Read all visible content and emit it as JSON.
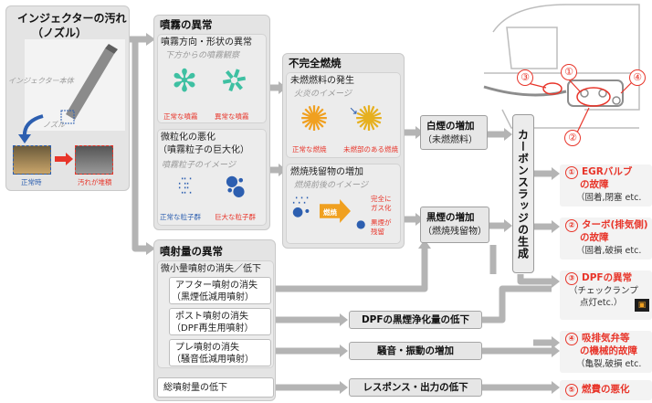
{
  "injector": {
    "title_1": "インジェクターの汚れ",
    "title_2": "（ノズル）",
    "label_body": "インジェクター本体",
    "label_nozzle": "ノズル",
    "label_normal": "正常時",
    "label_dirty": "汚れが堆積"
  },
  "spray": {
    "title": "噴霧の異常",
    "direction_title": "噴霧方向・形状の異常",
    "direction_sub": "下方からの噴霧観察",
    "normal_spray": "正常な噴霧",
    "abnormal_spray": "異常な噴霧",
    "atomize_title_1": "微粒化の悪化",
    "atomize_title_2": "（噴霧粒子の巨大化）",
    "atomize_sub": "噴霧粒子のイメージ",
    "normal_particles": "正常な粒子群",
    "large_particles": "巨大な粒子群"
  },
  "incomplete": {
    "title": "不完全燃焼",
    "unburned_title": "未燃燃料の発生",
    "unburned_sub": "火炎のイメージ",
    "normal_combustion": "正常な燃焼",
    "unburned_combustion": "未燃部のある燃焼",
    "residue_title": "燃焼残留物の増加",
    "residue_sub": "燃焼前後のイメージ",
    "combustion_label": "燃焼",
    "complete_gas_1": "完全に",
    "complete_gas_2": "ガス化",
    "soot_remain_1": "黒煙が",
    "soot_remain_2": "残留"
  },
  "white_smoke": {
    "line1": "白煙の増加",
    "line2": "（未燃燃料）"
  },
  "black_smoke": {
    "line1": "黒煙の増加",
    "line2": "（燃焼残留物）"
  },
  "carbon": "カーボンスラッジの生成",
  "injection": {
    "title": "噴射量の異常",
    "micro_title": "微小量噴射の消失／低下",
    "after_1": "アフター噴射の消失",
    "after_2": "（黒煙低減用噴射）",
    "post_1": "ポスト噴射の消失",
    "post_2": "（DPF再生用噴射）",
    "pre_1": "プレ噴射の消失",
    "pre_2": "（騒音低減用噴射）",
    "total": "総噴射量の低下"
  },
  "effects": {
    "dpf_purify": "DPFの黒煙浄化量の低下",
    "noise": "騒音・振動の増加",
    "response": "レスポンス・出力の低下"
  },
  "results": [
    {
      "num": "①",
      "title_1": "EGRバルブ",
      "title_2": "の故障",
      "detail": "（固着,閉塞 etc."
    },
    {
      "num": "②",
      "title_1": "ターボ(排気側)",
      "title_2": "の故障",
      "detail": "（固着,破損 etc."
    },
    {
      "num": "③",
      "title_1": "DPFの異常",
      "detail_1": "（チェックランプ",
      "detail_2": "点灯etc.）"
    },
    {
      "num": "④",
      "title_1": "吸排気弁等",
      "title_2": "の機械的故障",
      "detail": "（亀裂,破損 etc."
    },
    {
      "num": "⑤",
      "title_1": "燃費の悪化"
    }
  ],
  "engine_markers": [
    "③",
    "①",
    "④",
    "②"
  ],
  "colors": {
    "accent_red": "#e8352a",
    "spray_green": "#3ec0a2",
    "particle_blue": "#2d5fb0",
    "flame_orange": "#f0a020"
  }
}
